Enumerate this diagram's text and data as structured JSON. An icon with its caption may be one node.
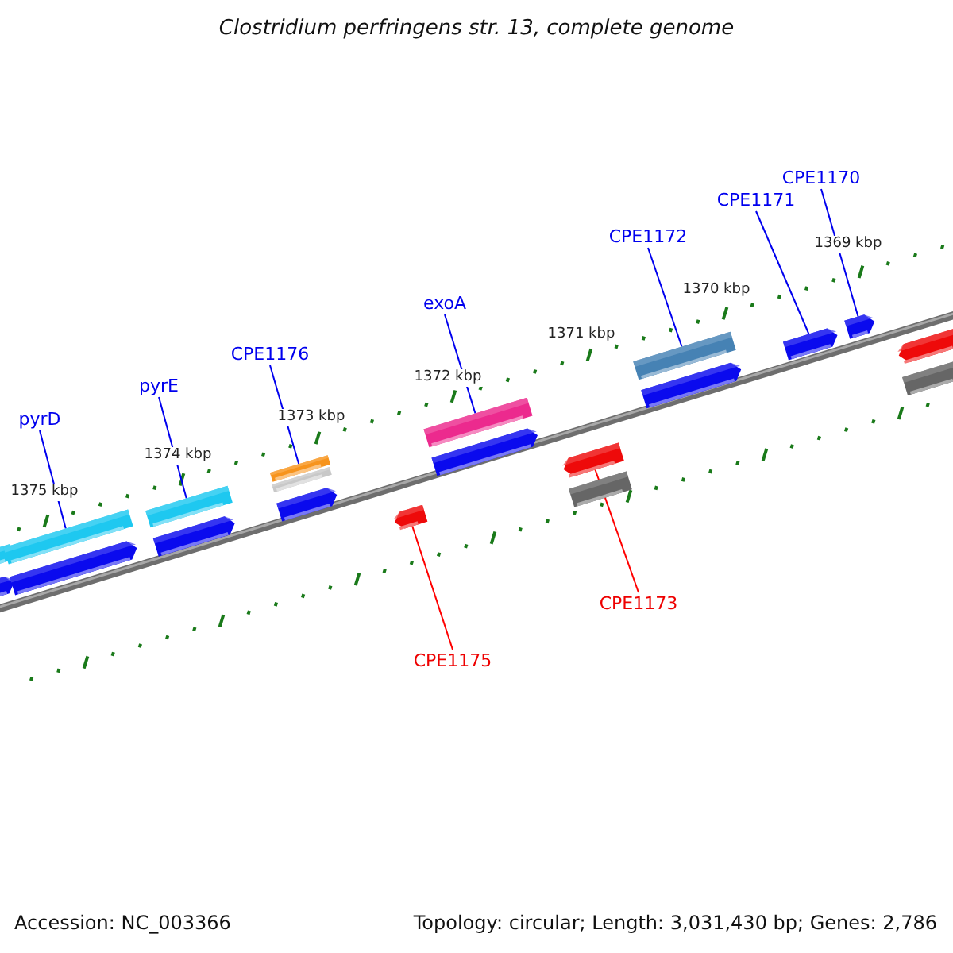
{
  "diagram": {
    "title": "Clostridium perfringens str. 13, complete genome",
    "nodes": [
      {
        "text": [
          "pyrD"
        ]
      },
      {
        "text": [
          "pyrE"
        ]
      },
      {
        "text": [
          "CPE1176"
        ]
      },
      {
        "text": [
          "exoA"
        ]
      },
      {
        "text": [
          "CPE1172"
        ]
      },
      {
        "text": [
          "CPE1171"
        ]
      },
      {
        "text": [
          "CPE1170"
        ]
      },
      {
        "text": [
          "CPE1173"
        ]
      },
      {
        "text": [
          "CPE1175"
        ]
      },
      {
        "text": [],
        "shape": "bar"
      },
      {
        "text": [],
        "shape": "arrow"
      },
      {
        "text": [],
        "shape": "bar"
      },
      {
        "text": [],
        "shape": "arrow"
      },
      {
        "text": [],
        "shape": "bar"
      },
      {
        "text": [],
        "shape": "arrow"
      },
      {
        "text": [],
        "shape": "bar"
      },
      {
        "text": [],
        "shape": "bar"
      },
      {
        "text": [],
        "shape": "arrow"
      },
      {
        "text": [],
        "shape": "arrow"
      },
      {
        "text": [],
        "shape": "bar"
      },
      {
        "text": [],
        "shape": "arrow"
      },
      {
        "text": [],
        "shape": "arrow"
      },
      {
        "text": [],
        "shape": "bar"
      },
      {
        "text": [],
        "shape": "bar"
      },
      {
        "text": [],
        "shape": "arrow"
      },
      {
        "text": [],
        "shape": "arrow"
      },
      {
        "text": [],
        "shape": "arrow"
      },
      {
        "text": [],
        "shape": "arrow"
      },
      {
        "text": [],
        "shape": "bar"
      }
    ],
    "edges": [
      {
        "from": 0,
        "to": 11,
        "arrow": "none"
      },
      {
        "from": 1,
        "to": 13,
        "arrow": "none"
      },
      {
        "from": 2,
        "to": 15,
        "arrow": "none"
      },
      {
        "from": 3,
        "to": 19,
        "arrow": "none"
      },
      {
        "from": 4,
        "to": 23,
        "arrow": "none"
      },
      {
        "from": 5,
        "to": 25,
        "arrow": "none"
      },
      {
        "from": 6,
        "to": 26,
        "arrow": "none"
      },
      {
        "from": 7,
        "to": 21,
        "arrow": "none",
        "color": "#ff0000"
      },
      {
        "from": 8,
        "to": 18,
        "arrow": "none",
        "color": "#ff0000"
      }
    ],
    "labels": [
      "1375 kbp",
      "1374 kbp",
      "1373 kbp",
      "1372 kbp",
      "1371 kbp",
      "1370 kbp",
      "1369 kbp",
      "Accession: NC_003366",
      "Topology: circular; Length: 3,031,430 bp; Genes: 2,786"
    ]
  }
}
